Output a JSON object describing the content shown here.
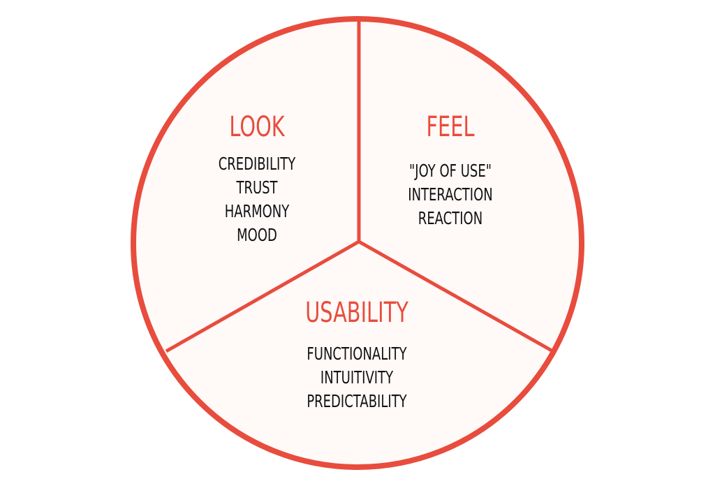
{
  "diagram": {
    "colors": {
      "accent": "#E84C3D",
      "fill": "#FFF9F8",
      "text": "#111111",
      "background": "#FFFFFF"
    },
    "segments": [
      {
        "title": "LOOK",
        "items": [
          "CREDIBILITY",
          "TRUST",
          "HARMONY",
          "MOOD"
        ]
      },
      {
        "title": "FEEL",
        "items": [
          "\"JOY OF USE\"",
          "INTERACTION",
          "REACTION"
        ]
      },
      {
        "title": "USABILITY",
        "items": [
          "FUNCTIONALITY",
          "INTUITIVITY",
          "PREDICTABILITY"
        ]
      }
    ]
  }
}
